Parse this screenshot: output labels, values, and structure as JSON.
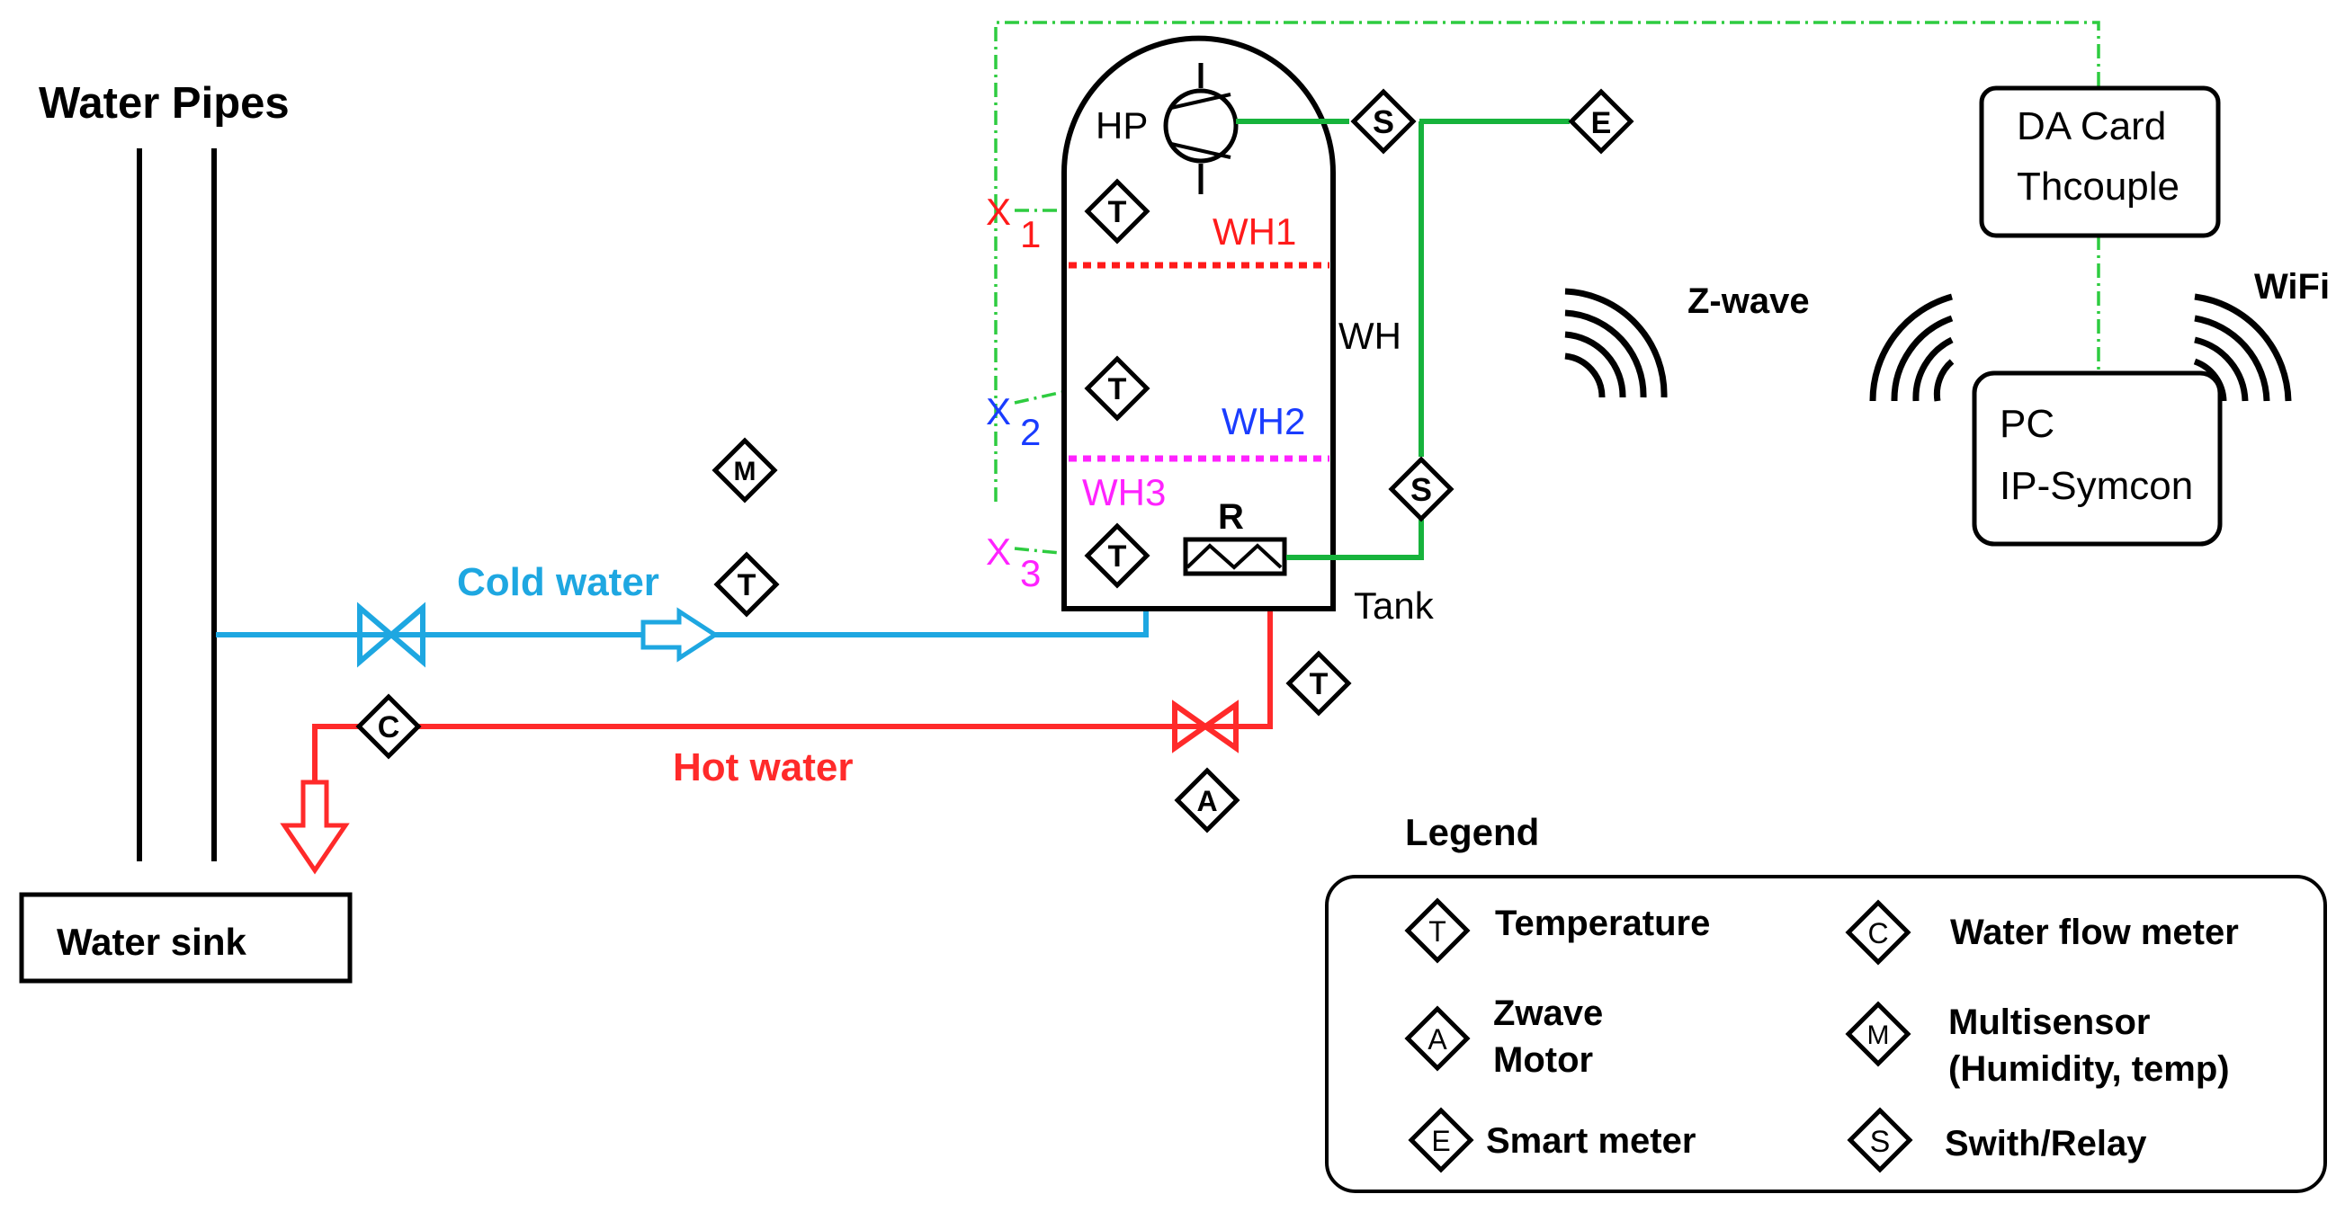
{
  "title": "Water Pipes",
  "labels": {
    "water_sink": "Water sink",
    "cold_water": "Cold water",
    "hot_water": "Hot water",
    "hp": "HP",
    "wh": "WH",
    "wh1": "WH1",
    "wh2": "WH2",
    "wh3": "WH3",
    "tank": "Tank",
    "resistor": "R",
    "x1": "X",
    "x2": "X",
    "x3": "X",
    "n1": "1",
    "n2": "2",
    "n3": "3",
    "zwave": "Z-wave",
    "wifi": "WiFi",
    "da_card_line1": "DA Card",
    "da_card_line2": "Thcouple",
    "pc_line1": "PC",
    "pc_line2": "IP-Symcon"
  },
  "symbols": {
    "temperature": "T",
    "multisensor": "M",
    "water_flow": "C",
    "motor": "A",
    "smart_meter": "E",
    "switch": "S"
  },
  "legend": {
    "title": "Legend",
    "items": [
      {
        "symbol": "T",
        "label": "Temperature"
      },
      {
        "symbol": "C",
        "label": "Water flow meter"
      },
      {
        "symbol": "A",
        "label_line1": "Zwave",
        "label_line2": "Motor"
      },
      {
        "symbol": "M",
        "label_line1": "Multisensor",
        "label_line2": "(Humidity, temp)"
      },
      {
        "symbol": "E",
        "label": "Smart meter"
      },
      {
        "symbol": "S",
        "label": "Swith/Relay"
      }
    ]
  },
  "colors": {
    "cold": "#1ea7e1",
    "hot": "#ff2a2a",
    "green": "#17b33c",
    "green_dash": "#2ecc40",
    "blue_text": "#1a3cff",
    "magenta": "#ff22ff",
    "red_text": "#ff1a1a",
    "black": "#000000"
  }
}
